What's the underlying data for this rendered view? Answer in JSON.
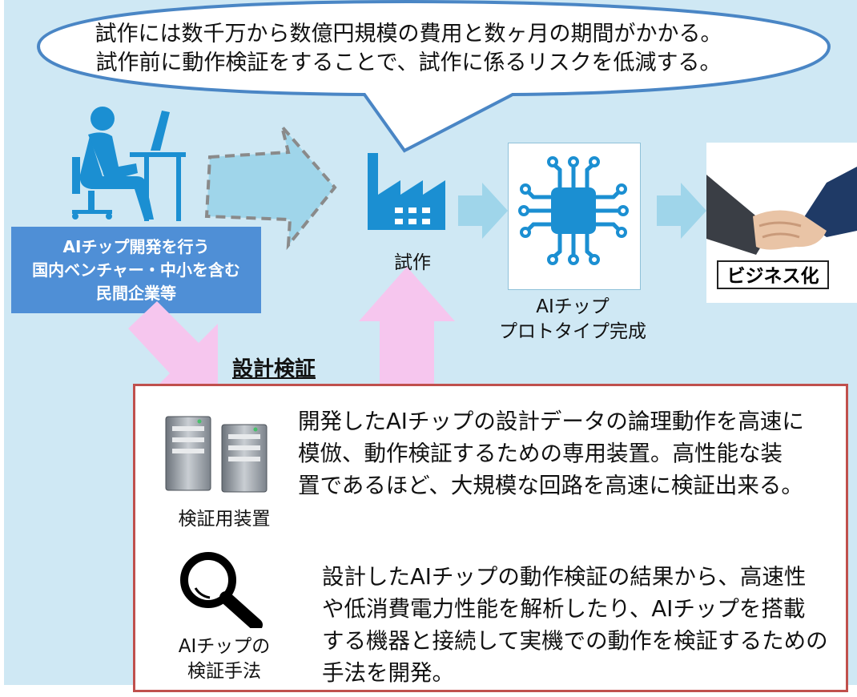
{
  "speech": {
    "line1": "試作には数千万から数億円規模の費用と数ヶ月の期間がかかる。",
    "line2": "試作前に動作検証をすることで、試作に係るリスクを低減する。"
  },
  "company": {
    "line1": "AIチップ開発を行う",
    "line2": "国内ベンチャー・中小を含む",
    "line3": "民間企業等"
  },
  "prototype_label": "試作",
  "chip": {
    "line1": "AIチップ",
    "line2": "プロトタイプ完成"
  },
  "business_label": "ビジネス化",
  "design_verification_title": "設計検証",
  "equipment": {
    "label": "検証用装置",
    "description_lines": [
      "開発したAIチップの設計データの論理動作を高速に",
      "模倣、動作検証するための専用装置。高性能な装",
      "置であるほど、大規模な回路を高速に検証出来る。"
    ]
  },
  "method": {
    "label_line1": "AIチップの",
    "label_line2": "検証手法",
    "description_lines": [
      "設計したAIチップの動作検証の結果から、高速性",
      "や低消費電力性能を解析したり、AIチップを搭載",
      "する機器と接続して実機での動作を検証するための",
      "手法を開発。"
    ]
  },
  "colors": {
    "background": "#cfe8f4",
    "accent_blue": "#4f8fd6",
    "icon_blue": "#1b8fd2",
    "arrow_light_blue": "#9fd5ea",
    "arrow_pink": "#f6c6ee",
    "verify_border": "#c0504d"
  },
  "icons": [
    "person-at-computer-icon",
    "factory-icon",
    "ai-chip-icon",
    "handshake-icon",
    "server-icon",
    "magnifier-icon"
  ]
}
